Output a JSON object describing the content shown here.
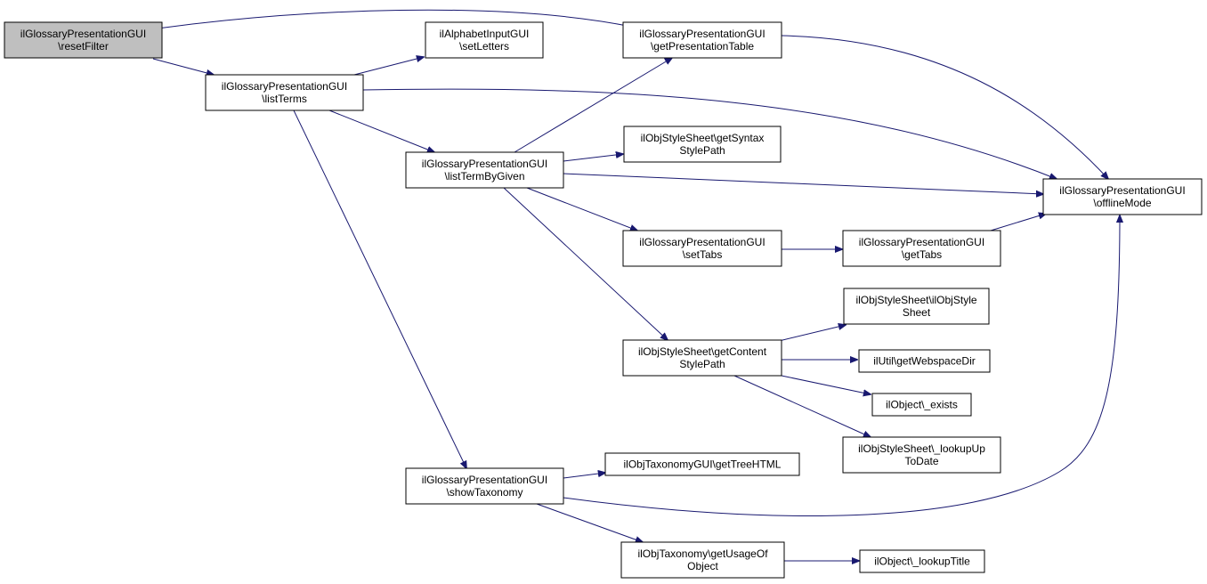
{
  "colors": {
    "edge": "#191970",
    "root_fill": "#bfbfbf",
    "node_fill": "#ffffff",
    "border": "#000000"
  },
  "nodes": [
    {
      "id": "resetFilter",
      "lines": [
        "ilGlossaryPresentationGUI",
        "\\resetFilter"
      ],
      "root": true
    },
    {
      "id": "listTerms",
      "lines": [
        "ilGlossaryPresentationGUI",
        "\\listTerms"
      ]
    },
    {
      "id": "setLetters",
      "lines": [
        "ilAlphabetInputGUI",
        "\\setLetters"
      ]
    },
    {
      "id": "getPresentationTable",
      "lines": [
        "ilGlossaryPresentationGUI",
        "\\getPresentationTable"
      ]
    },
    {
      "id": "listTermByGiven",
      "lines": [
        "ilGlossaryPresentationGUI",
        "\\listTermByGiven"
      ]
    },
    {
      "id": "getSyntaxStylePath",
      "lines": [
        "ilObjStyleSheet\\getSyntax",
        "StylePath"
      ]
    },
    {
      "id": "offlineMode",
      "lines": [
        "ilGlossaryPresentationGUI",
        "\\offlineMode"
      ]
    },
    {
      "id": "setTabs",
      "lines": [
        "ilGlossaryPresentationGUI",
        "\\setTabs"
      ]
    },
    {
      "id": "getTabs",
      "lines": [
        "ilGlossaryPresentationGUI",
        "\\getTabs"
      ]
    },
    {
      "id": "ilObjStyleSheetCtor",
      "lines": [
        "ilObjStyleSheet\\ilObjStyle",
        "Sheet"
      ]
    },
    {
      "id": "getContentStylePath",
      "lines": [
        "ilObjStyleSheet\\getContent",
        "StylePath"
      ]
    },
    {
      "id": "getWebspaceDir",
      "lines": [
        "ilUtil\\getWebspaceDir"
      ]
    },
    {
      "id": "exists",
      "lines": [
        "ilObject\\_exists"
      ]
    },
    {
      "id": "lookupUpToDate",
      "lines": [
        "ilObjStyleSheet\\_lookupUp",
        "ToDate"
      ]
    },
    {
      "id": "showTaxonomy",
      "lines": [
        "ilGlossaryPresentationGUI",
        "\\showTaxonomy"
      ]
    },
    {
      "id": "getTreeHTML",
      "lines": [
        "ilObjTaxonomyGUI\\getTreeHTML"
      ]
    },
    {
      "id": "getUsageOfObject",
      "lines": [
        "ilObjTaxonomy\\getUsageOf",
        "Object"
      ]
    },
    {
      "id": "lookupTitle",
      "lines": [
        "ilObject\\_lookupTitle"
      ]
    }
  ],
  "edges": [
    {
      "from": "resetFilter",
      "to": "listTerms"
    },
    {
      "from": "resetFilter",
      "to": "getPresentationTable"
    },
    {
      "from": "listTerms",
      "to": "setLetters"
    },
    {
      "from": "listTerms",
      "to": "listTermByGiven"
    },
    {
      "from": "listTerms",
      "to": "offlineMode"
    },
    {
      "from": "listTerms",
      "to": "showTaxonomy"
    },
    {
      "from": "getPresentationTable",
      "to": "offlineMode"
    },
    {
      "from": "listTermByGiven",
      "to": "getPresentationTable"
    },
    {
      "from": "listTermByGiven",
      "to": "getSyntaxStylePath"
    },
    {
      "from": "listTermByGiven",
      "to": "offlineMode"
    },
    {
      "from": "listTermByGiven",
      "to": "setTabs"
    },
    {
      "from": "listTermByGiven",
      "to": "getContentStylePath"
    },
    {
      "from": "setTabs",
      "to": "getTabs"
    },
    {
      "from": "getTabs",
      "to": "offlineMode"
    },
    {
      "from": "getContentStylePath",
      "to": "ilObjStyleSheetCtor"
    },
    {
      "from": "getContentStylePath",
      "to": "getWebspaceDir"
    },
    {
      "from": "getContentStylePath",
      "to": "exists"
    },
    {
      "from": "getContentStylePath",
      "to": "lookupUpToDate"
    },
    {
      "from": "showTaxonomy",
      "to": "getTreeHTML"
    },
    {
      "from": "showTaxonomy",
      "to": "offlineMode"
    },
    {
      "from": "showTaxonomy",
      "to": "getUsageOfObject"
    },
    {
      "from": "getUsageOfObject",
      "to": "lookupTitle"
    }
  ]
}
